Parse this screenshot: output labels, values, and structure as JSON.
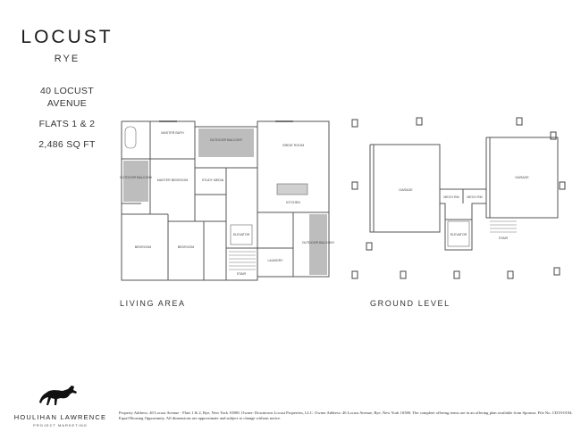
{
  "brand": {
    "name": "LOCUST",
    "sub": "RYE"
  },
  "address": {
    "line1": "40 LOCUST",
    "line2": "AVENUE"
  },
  "flats": "FLATS 1 & 2",
  "size": "2,486 SQ FT",
  "plans": {
    "living_label": "LIVING AREA",
    "ground_label": "GROUND LEVEL"
  },
  "rooms": {
    "outdoor_balcony_top": "OUTDOOR BALCONY",
    "great_room": "GREAT ROOM",
    "master_bath": "MASTER BATH",
    "master_bedroom": "MASTER BEDROOM",
    "outdoor_balcony_left": "OUTDOOR BALCONY",
    "study_media": "STUDY MEDIA",
    "kitchen": "KITCHEN",
    "bedroom_left": "BEDROOM",
    "bedroom_center": "BEDROOM",
    "outdoor_balcony_right": "OUTDOOR BALCONY",
    "laundry": "LAUNDRY",
    "elevator": "ELEVATOR",
    "stair": "STAIR",
    "garage_left": "GARAGE",
    "garage_right": "GARAGE",
    "mech_rm_1": "MECH RM",
    "mech_rm_2": "MECH RM",
    "ground_elevator": "ELEVATOR",
    "ground_stair": "STAIR"
  },
  "footer": {
    "logo_name": "HOULIHAN LAWRENCE",
    "logo_sub": "PROJECT MARKETING",
    "disclaimer": "Property Address: 40 Locust Avenue · Flats 1 & 2, Rye, New York 10580. Owner: Downtown Locust Properties, LLC. Owner Address: 46 Locust Avenue, Rye, New York 10580. The complete offering terms are in an offering plan available from Sponsor. File No. CD19-0194. Equal Housing Opportunity. All dimensions are approximate and subject to change without notice."
  }
}
